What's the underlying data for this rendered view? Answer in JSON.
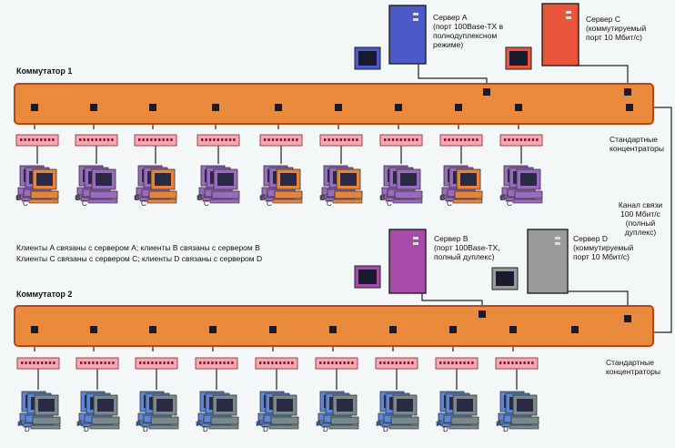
{
  "switch1": {
    "title": "Коммутатор 1"
  },
  "switch2": {
    "title": "Коммутатор 2"
  },
  "server_a": {
    "line1": "Сервер A",
    "line2": "(порт 100Base-TX в",
    "line3": "полнодуплексном",
    "line4": "режиме)"
  },
  "server_c": {
    "line1": "Сервер C",
    "line2": "(коммутируемый",
    "line3": "порт 10 Мбит/с)"
  },
  "server_b": {
    "line1": "Сервер B",
    "line2": "(порт 100Base-TX,",
    "line3": "полный дуплекс)"
  },
  "server_d": {
    "line1": "Сервер D",
    "line2": "(коммутируемый",
    "line3": "порт 10 Мбит/с)"
  },
  "hubs_label": {
    "line1": "Стандартные",
    "line2": "концентраторы"
  },
  "uplink": {
    "line1": "Канал связи",
    "line2": "100 Мбит/с",
    "line3": "(полный",
    "line4": "дуплекс)"
  },
  "legend": {
    "line1": "Клиенты A связаны с сервером A; клиенты B связаны с сервером B",
    "line2": "Клиенты C связаны с сервером C; клиенты D связаны с сервером D"
  },
  "group1_letters": [
    "B",
    "C"
  ],
  "group2_letters": [
    "A",
    "D"
  ],
  "colors": {
    "switch_fill": "#e98a3c",
    "switch_border": "#b8461a",
    "hub_fill": "#f5a8b0",
    "server_a": "#4a5ac8",
    "server_c": "#e8553a",
    "server_b": "#a84aa8",
    "server_d": "#9a9a9a",
    "client_orange": "#e8843a",
    "client_purple": "#9a6ac0",
    "client_blue": "#5a86d8",
    "client_gray": "#7a8a8a"
  }
}
